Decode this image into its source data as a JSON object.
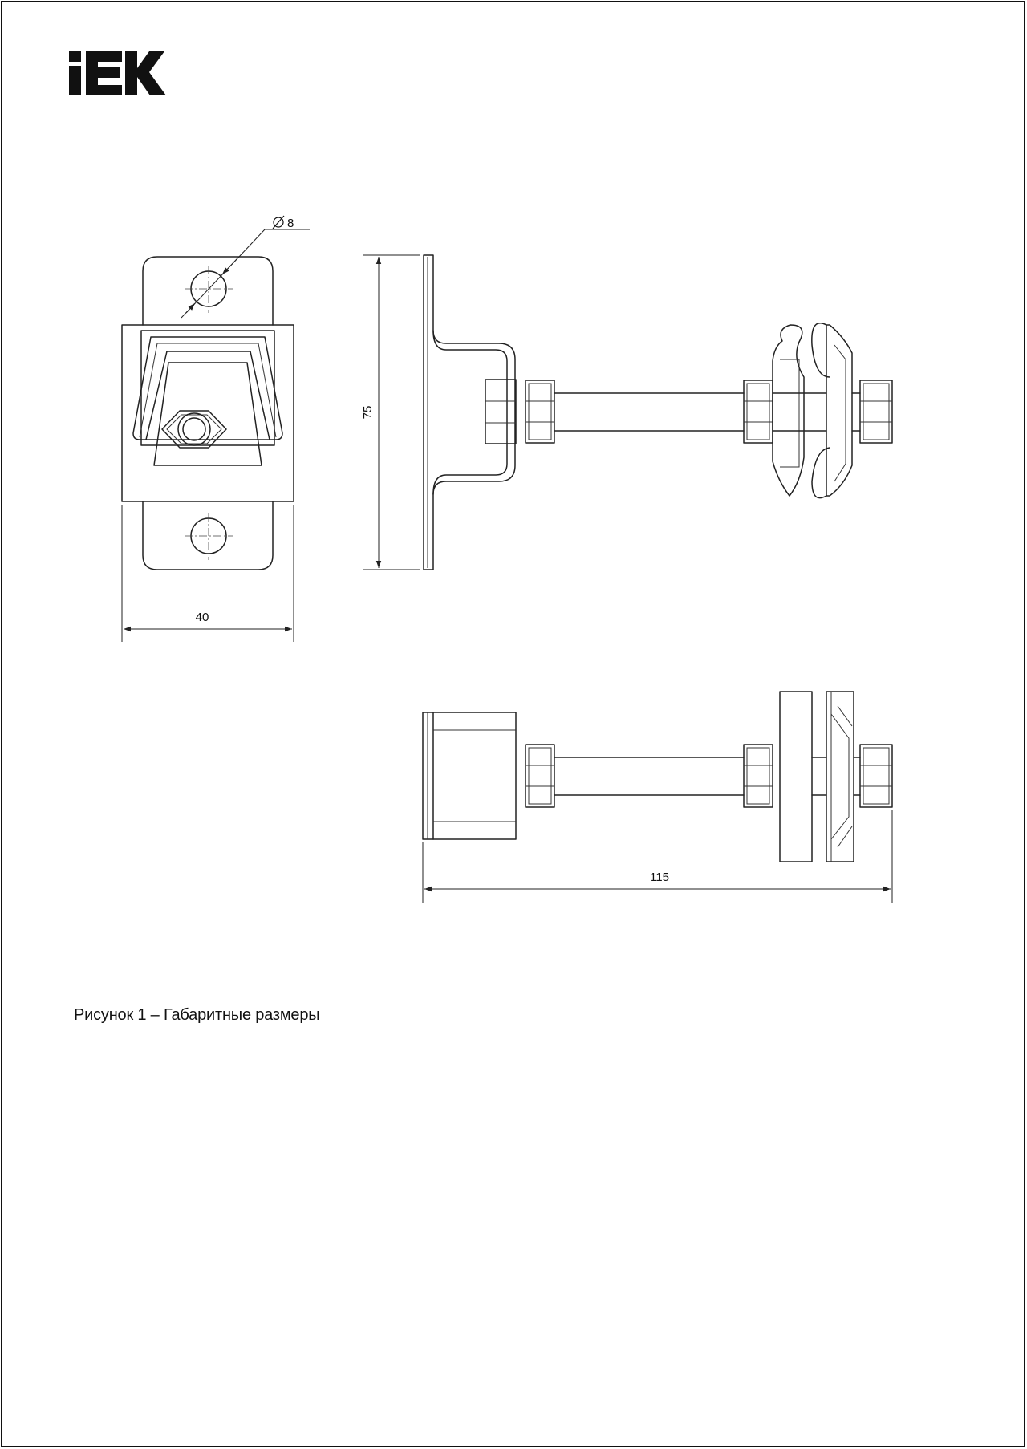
{
  "logo": {
    "text": "IEK"
  },
  "dimensions": {
    "hole_diameter": "8",
    "width": "40",
    "height": "75",
    "length": "115"
  },
  "caption": "Рисунок 1 – Габаритные размеры"
}
